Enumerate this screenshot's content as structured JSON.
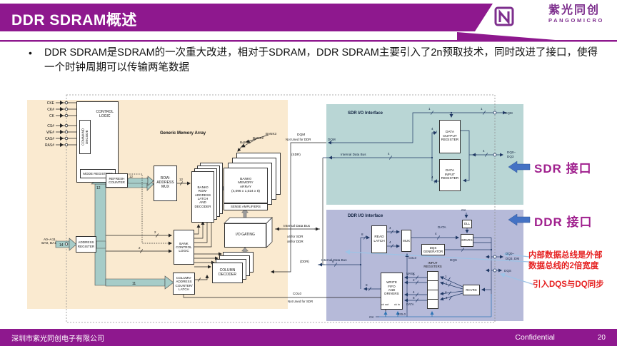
{
  "header": {
    "title": "DDR SDRAM概述",
    "logo_cn": "紫光同创",
    "logo_en": "PANGOMICRO"
  },
  "bullet": {
    "text": "DDR SDRAM是SDRAM的一次重大改进，相对于SDRAM，DDR SDRAM主要引入了2n预取技术，同时改进了接口，使得一个时钟周期可以传输两笔数据"
  },
  "diagram": {
    "signals": [
      "CKE",
      "CK#",
      "CK",
      "CS#",
      "WE#",
      "CAS#",
      "RAS#"
    ],
    "address_input": "A0–A11,\nBA0, BA1",
    "memory": {
      "generic_label": "Generic Memory Array",
      "control_logic": "CONTROL\nLOGIC",
      "command_decode": "COMMAND\nDECODE",
      "mode_registers": "MODE REGISTERS",
      "refresh_counter": "REFRESH\nCOUNTER",
      "row_mux": "ROW-\nADDRESS\nMUX",
      "row_latch": "BANK0\nROW-\nADDRESS\nLATCH\nAND\nDECODER",
      "bank1": "BANK1",
      "bank2": "BANK2",
      "bank3": "BANK3",
      "memory_array": "BANK0\nMEMORY\nARRAY\n(4,096 x 1,024 x 8)",
      "sense_amps": "SENSE AMPLIFIERS",
      "io_gating": "I/O GATING",
      "bank_control": "BANK\nCONTROL\nLOGIC",
      "address_register": "ADDRESS\nREGISTER",
      "column_counter": "COLUMN-\nADDRESS\nCOUNTER/\nLATCH",
      "column_decoder": "COLUMN\nDECODER"
    },
    "mid": {
      "dqm_top": "DQM",
      "dqm_sub": "Not Used for DDR",
      "idb": "Internal Data Bus",
      "x4": "x4 for SDR",
      "x8": "x8 for DDR",
      "col0": "COL0",
      "col0_sub": "Not Used for SDR",
      "sdr_tag": "(SDR)",
      "ddr_tag": "(DDR)"
    },
    "sdr": {
      "title": "SDR I/O Interface",
      "dqm_in": "DQM",
      "idb": "Internal Data Bus",
      "out_reg": "DATA\nOUTPUT\nREGISTER",
      "in_reg": "DATA\nINPUT\nREGISTER",
      "pin_dqm": "DQM",
      "pin_dq1": "DQ0–",
      "pin_dq2": "DQ3"
    },
    "ddr": {
      "title": "DDR I/O Interface",
      "idb": "Internal Data Bus",
      "read_latch": "READ\nLATCH",
      "mux": "MUX",
      "dqs_gen": "DQS\nGENERATOR",
      "dll": "DLL",
      "drvrs": "DRVRS",
      "rcvrs": "RCVRS",
      "write_fifo": "WRITE\nFIFO\nAND\nDRIVERS",
      "ck_out": "ck out",
      "ck_in": "ck in",
      "input_regs": "INPUT\nREGISTERS",
      "mask": "MASK",
      "data_side": "DATA",
      "data_top": "DATA",
      "dqs_mid": "DQS",
      "ck_top": "CK",
      "ck_bottom": "CK",
      "col0_mux": "COL0",
      "col0_bottom": "COL0",
      "pin_dq1": "DQ0–",
      "pin_dq2": "DQ3, DM",
      "pin_dqs": "DQS"
    },
    "nums": {
      "n1": "1",
      "n2": "2",
      "n4": "4",
      "n8": "8",
      "n11": "11",
      "n12": "12",
      "n14": "14",
      "n4096": "4,096"
    },
    "callouts": {
      "sdr_if": "SDR 接口",
      "ddr_if": "DDR 接口",
      "note1a": "内部数据总线是外部",
      "note1b": "数据总线的2倍宽度",
      "note2": "引入DQS与DQ同步"
    }
  },
  "footer": {
    "company": "深圳市紫光同创电子有限公司",
    "confidential": "Confidential",
    "page": "20"
  }
}
